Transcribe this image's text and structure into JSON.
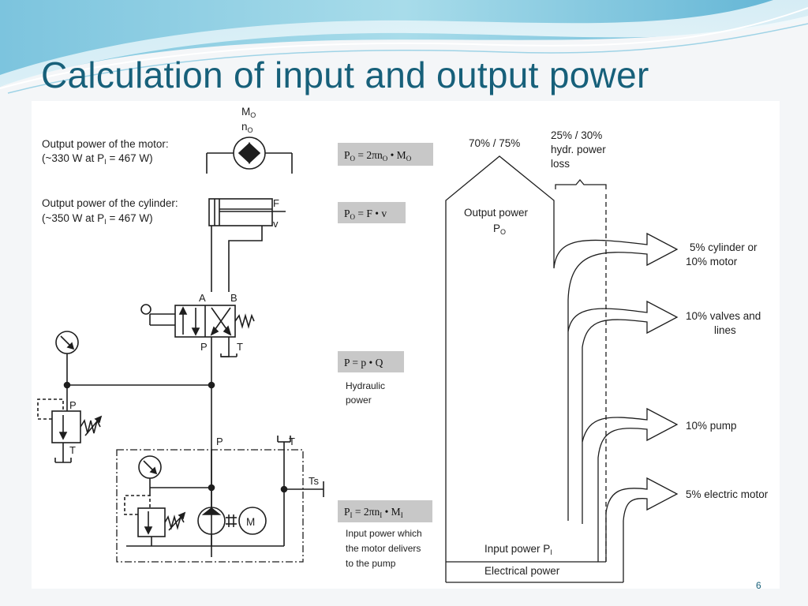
{
  "slide": {
    "title": "Calculation of input and output power",
    "page_number": "6"
  },
  "circuit": {
    "motor_symbol": {
      "M": "M",
      "M_sub": "O",
      "n": "n",
      "n_sub": "O"
    },
    "motor_output_label": [
      "Output power of the motor:",
      "(~330 W at P",
      "I",
      " = 467 W)"
    ],
    "cylinder_output_label": [
      "Output power of the cylinder:",
      "(~350 W at P",
      "I",
      " = 467 W)"
    ],
    "cylinder_ports": {
      "force": "F",
      "velocity": "v"
    },
    "valve_ports": {
      "A": "A",
      "B": "B",
      "P": "P",
      "T": "T"
    },
    "relief_valve_ports": {
      "P": "P",
      "T": "T"
    },
    "power_unit_ports": {
      "P": "P",
      "T": "T",
      "Ts": "Ts"
    },
    "electric_motor": "M"
  },
  "formulas": {
    "motor": [
      "P",
      "O",
      " = 2πn",
      "O",
      " • M",
      "O"
    ],
    "cylinder": [
      "P",
      "O",
      " = F • v"
    ],
    "hydraulic": "P = p • Q",
    "hydraulic_label": [
      "Hydraulic",
      "power"
    ],
    "input": [
      "P",
      "I",
      " = 2πn",
      "I",
      " • M",
      "I"
    ],
    "input_label": [
      "Input power which",
      "the motor delivers",
      "to the pump"
    ]
  },
  "sankey": {
    "efficiency": "70% / 75%",
    "loss_header": [
      "25% / 30%",
      "hydr. power",
      "loss"
    ],
    "output_label": [
      "Output power",
      "P",
      "O"
    ],
    "input_label": [
      "Input power P",
      "I"
    ],
    "electrical_label": "Electrical power",
    "losses": [
      {
        "lines": [
          "5% cylinder or",
          "10% motor"
        ]
      },
      {
        "lines": [
          "10% valves and",
          "lines"
        ]
      },
      {
        "lines": [
          "10% pump"
        ]
      },
      {
        "lines": [
          "5% electric motor"
        ]
      }
    ]
  },
  "colors": {
    "title": "#17607a",
    "formula_box": "#c8c8c8",
    "ink": "#1e1e1e"
  }
}
